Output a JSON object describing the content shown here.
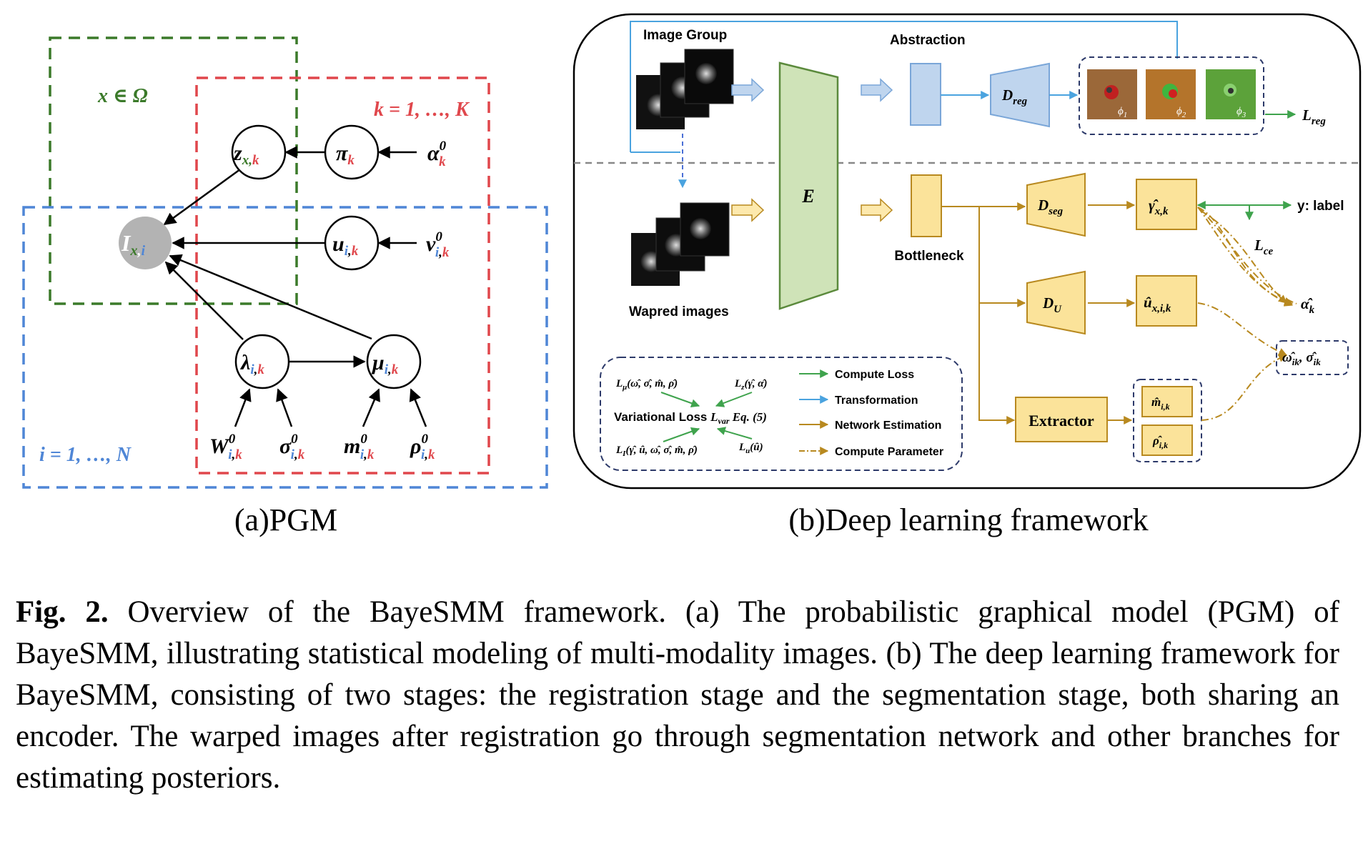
{
  "colors": {
    "green": "#3b7a2a",
    "red": "#e0474c",
    "blue": "#4f86d6",
    "gray_node": "#b3b3b3",
    "orange": "#b8891f",
    "yellow_fill": "#fbe39a",
    "encoder_fill": "#cfe3b8",
    "reg_fill": "#bfd5ee",
    "arrow_green": "#3fa34d",
    "arrow_blue": "#4aa3df",
    "separator": "#888888"
  },
  "pgm": {
    "sub_caption": "(a)PGM",
    "plates": {
      "green_label": "x ∈ Ω",
      "red_label": "k = 1, …, K",
      "blue_label": "i = 1, …, N"
    },
    "nodes": {
      "z": {
        "sym": "z",
        "sub1": "x",
        "sub2": "k"
      },
      "pi": {
        "sym": "π",
        "sub2": "k"
      },
      "alpha": {
        "sym": "α",
        "sup": "0",
        "sub2": "k"
      },
      "I": {
        "sym": "I",
        "sub1": "x",
        "sub2": "i"
      },
      "u": {
        "sym": "u",
        "sub1": "i",
        "sub2": "k"
      },
      "nu": {
        "sym": "ν",
        "sup": "0",
        "sub1": "i",
        "sub2": "k"
      },
      "lambda": {
        "sym": "λ",
        "sub1": "i",
        "sub2": "k"
      },
      "mu": {
        "sym": "μ",
        "sub1": "i",
        "sub2": "k"
      },
      "W": {
        "sym": "W",
        "sup": "0",
        "sub1": "i",
        "sub2": "k"
      },
      "sigma": {
        "sym": "σ",
        "sup": "0",
        "sub1": "i",
        "sub2": "k"
      },
      "m": {
        "sym": "m",
        "sup": "0",
        "sub1": "i",
        "sub2": "k"
      },
      "rho": {
        "sym": "ρ",
        "sup": "0",
        "sub1": "i",
        "sub2": "k"
      }
    }
  },
  "framework": {
    "sub_caption": "(b)Deep learning framework",
    "image_group_label": "Image Group",
    "abstraction_label": "Abstraction",
    "warped_label": "Wapred images",
    "encoder_label": "E",
    "bottleneck_label": "Bottleneck",
    "d_reg": {
      "sym": "D",
      "sub": "reg"
    },
    "d_seg": {
      "sym": "D",
      "sub": "seg"
    },
    "d_u": {
      "sym": "D",
      "sub": "U"
    },
    "extractor_label": "Extractor",
    "phi": [
      {
        "sym": "ϕ",
        "sub": "1"
      },
      {
        "sym": "ϕ",
        "sub": "2"
      },
      {
        "sym": "ϕ",
        "sub": "3"
      }
    ],
    "l_reg": {
      "sym": "L",
      "sub": "reg"
    },
    "l_ce": {
      "sym": "L",
      "sub": "ce"
    },
    "y_label": "y: label",
    "gamma_hat": {
      "sym": "γ̂",
      "sub": "x,k"
    },
    "u_hat": {
      "sym": "û",
      "sub": "x,i,k"
    },
    "alpha_hat": {
      "sym": "α̂",
      "sub": "k"
    },
    "omega_sigma_hat": {
      "text": "ω̂",
      "sub1": "ik",
      "sep": ", ",
      "text2": "σ̂",
      "sub2": "ik"
    },
    "m_hat": {
      "sym": "m̂",
      "sub": "i,k"
    },
    "rho_hat": {
      "sym": "ρ̂",
      "sub": "i,k"
    },
    "loss_box": {
      "l_mu": {
        "sym": "L",
        "sub": "μ",
        "args": "(ω̂, σ̂, m̂, ρ̂)"
      },
      "l_z": {
        "sym": "L",
        "sub": "z",
        "args": "(γ̂, α̂)"
      },
      "variational": {
        "text": "Variational Loss ",
        "sym": "L",
        "sub": "var",
        "ref": " Eq. (5)"
      },
      "l_i": {
        "sym": "L",
        "sub": "I",
        "args": "(γ̂, û, ω̂, σ̂, m̂, ρ̂)"
      },
      "l_u": {
        "sym": "L",
        "sub": "u",
        "args": "(û)"
      }
    },
    "legend": [
      {
        "label": "Compute Loss",
        "color": "#3fa34d",
        "style": "solid"
      },
      {
        "label": "Transformation",
        "color": "#4aa3df",
        "style": "solid"
      },
      {
        "label": "Network Estimation",
        "color": "#b8891f",
        "style": "solid"
      },
      {
        "label": "Compute Parameter",
        "color": "#b8891f",
        "style": "dashdot"
      }
    ]
  },
  "caption": {
    "label": "Fig. 2.",
    "text": " Overview of the BayeSMM framework. (a) The probabilistic graphical model (PGM) of BayeSMM, illustrating statistical modeling of multi-modality images. (b) The deep learning framework for BayeSMM, consisting of two stages: the registration stage and the segmentation stage, both sharing an encoder. The warped images after registration go through segmentation network and other branches for estimating posteriors."
  }
}
